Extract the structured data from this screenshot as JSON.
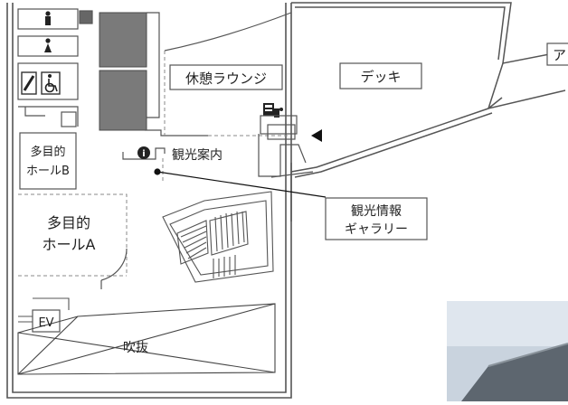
{
  "map": {
    "labels": {
      "lounge": "休憩ラウンジ",
      "deck": "デッキ",
      "tourist_info": "観光案内",
      "hall_b_line1": "多目的",
      "hall_b_line2": "ホールB",
      "hall_a_line1": "多目的",
      "hall_a_line2": "ホールA",
      "gallery_line1": "観光情報",
      "gallery_line2": "ギャラリー",
      "elevator": "EV",
      "atrium": "吹抜",
      "cropped_right": "ア"
    },
    "icons": [
      "male-toilet-icon",
      "female-toilet-icon",
      "baby-care-icon",
      "wheelchair-icon",
      "information-icon",
      "vending-machine-icon",
      "entrance-arrow-icon",
      "gallery-marker-icon"
    ]
  }
}
